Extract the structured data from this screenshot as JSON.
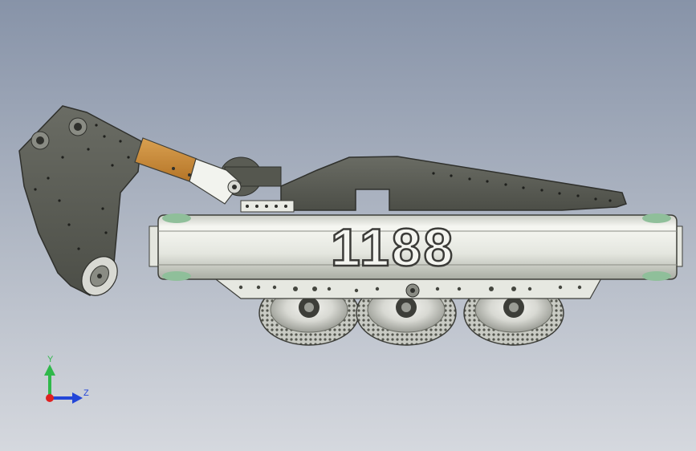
{
  "model": {
    "hull_number": "1188"
  },
  "triad": {
    "y_label": "Y",
    "z_label": "Z",
    "y_color": "#2fb84a",
    "z_color": "#2346d8",
    "x_color": "#e02020"
  },
  "colors": {
    "background_top": "#8793a8",
    "background_bottom": "#d5d8de",
    "plate": "#5a5c54",
    "tube": "#eceee8",
    "wood": "#c98a3a",
    "track_green": "#8fbf9a"
  }
}
